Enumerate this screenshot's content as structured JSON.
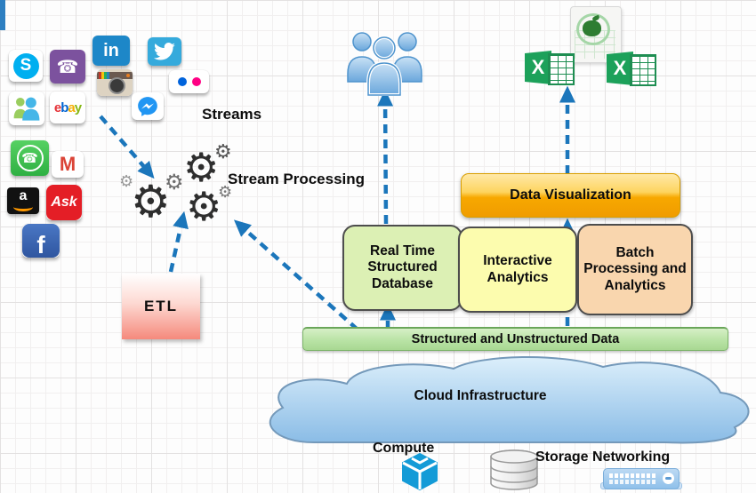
{
  "diagram": {
    "labels": {
      "streams": "Streams",
      "stream_processing": "Stream Processing",
      "data_visualization": "Data Visualization",
      "real_time_db": "Real Time Structured Database",
      "interactive_analytics": "Interactive Analytics",
      "batch_processing": "Batch Processing and Analytics",
      "etl": "ETL",
      "data_bar": "Structured and Unstructured Data",
      "cloud": "Cloud Infrastructure",
      "compute": "Compute",
      "storage_networking": "Storage Networking"
    },
    "glyphs": {
      "gear": "⚙",
      "phone": "☎",
      "skype": "S",
      "linkedin": "in",
      "gmail": "M",
      "amazon": "a",
      "ask": "Ask",
      "facebook": "f",
      "excel_x": "X",
      "ebay": {
        "e": "e",
        "b": "b",
        "a": "a",
        "y": "y"
      }
    },
    "icon_names": [
      "skype",
      "viber",
      "linkedin",
      "twitter",
      "instagram",
      "flickr",
      "messenger",
      "msn-contacts",
      "ebay",
      "whatsapp",
      "gmail",
      "amazon",
      "ask",
      "facebook",
      "gears",
      "users-group",
      "apple-spreadsheet",
      "excel",
      "compute-cube",
      "storage-database",
      "network-switch"
    ],
    "colors": {
      "arrow_blue": "#1b76bb",
      "data_visualization_top": "#fdd45f",
      "data_visualization_bottom": "#f7a800",
      "real_time_fill": "#dcf0b4",
      "interactive_fill": "#fcfcae",
      "batch_fill": "#f9d6ae",
      "etl_bottom": "#f5897c",
      "data_bar_fill": "#b9e3a5",
      "cloud_fill": "#a9cfee",
      "excel_green": "#1ca15a"
    }
  }
}
